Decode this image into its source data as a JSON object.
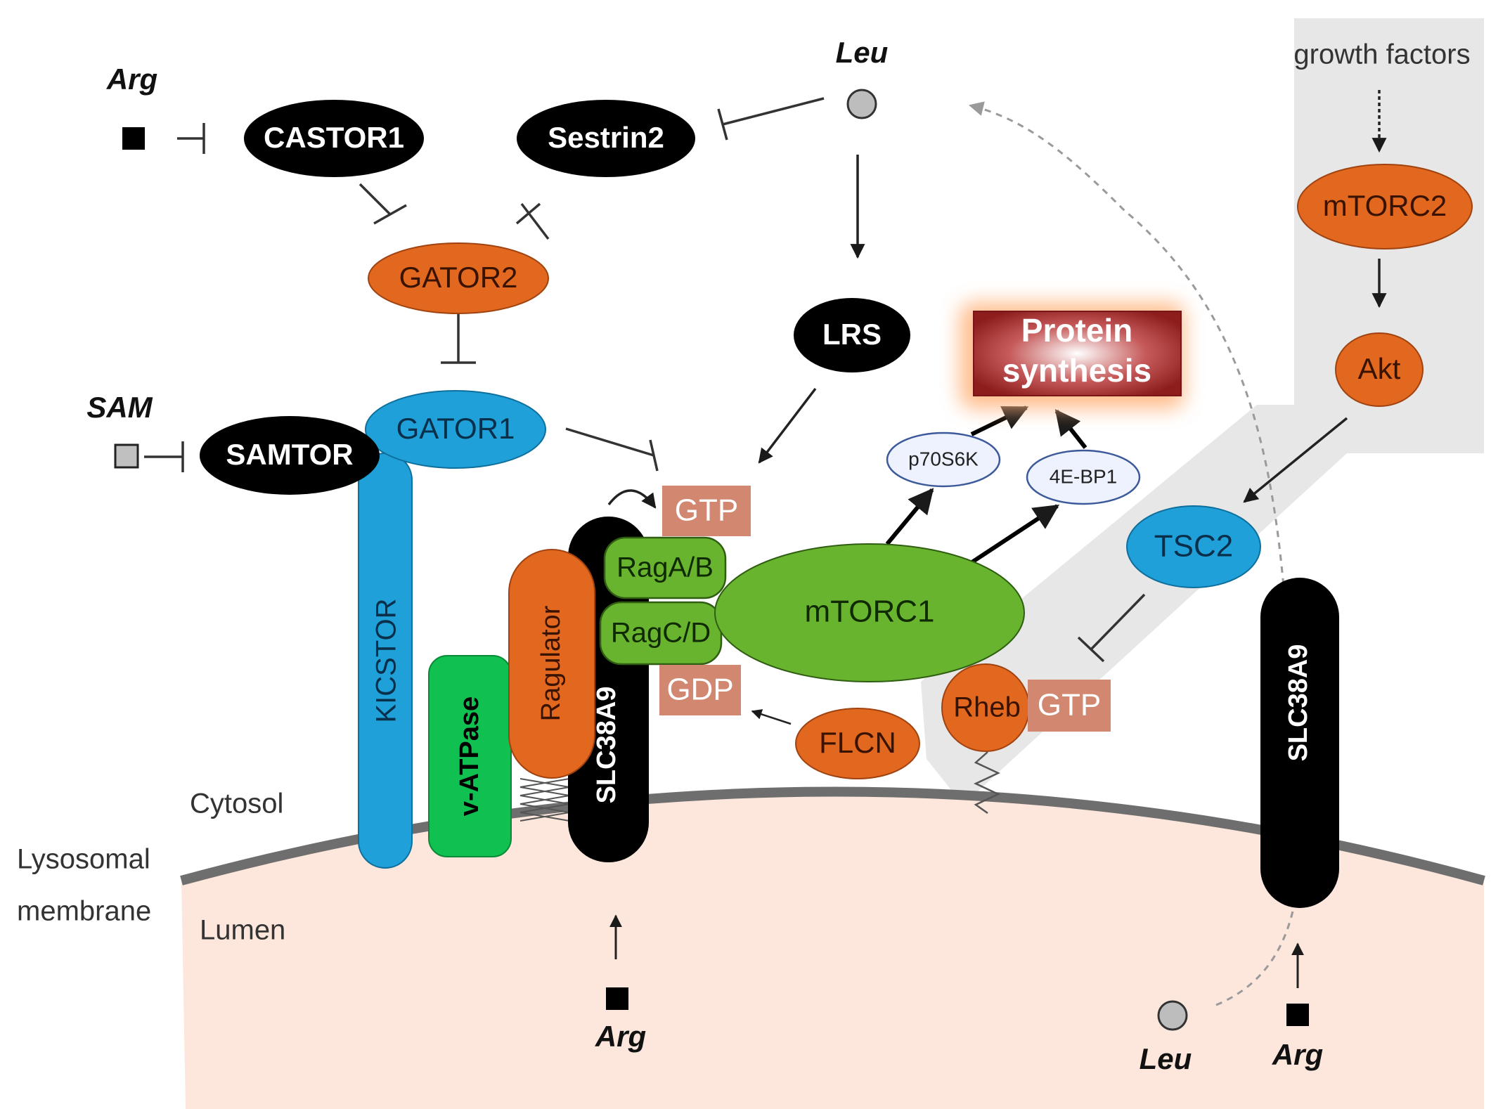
{
  "colors": {
    "black": "#000000",
    "orange": "#e2681f",
    "blue": "#1fa0d8",
    "green": "#69b42f",
    "vatpase_green": "#10c050",
    "salmon": "#d28870",
    "lumen_pink": "#fde6dc",
    "membrane_gray": "#6e6e6e",
    "gray_band": "#e7e7e7",
    "protein_dark": "#8d1d1d",
    "pale_blue": "#eef2ff"
  },
  "amino_acids": {
    "arg_top": "Arg",
    "leu_top": "Leu",
    "sam": "SAM",
    "arg_lumen_left": "Arg",
    "leu_lumen": "Leu",
    "arg_lumen_right": "Arg"
  },
  "proteins": {
    "castor1": "CASTOR1",
    "sestrin2": "Sestrin2",
    "gator2": "GATOR2",
    "gator1": "GATOR1",
    "samtor": "SAMTOR",
    "lrs": "LRS",
    "kicstor": "KICSTOR",
    "vatpase": "v-ATPase",
    "ragulator": "Ragulator",
    "slc38a9_left": "SLC38A9",
    "slc38a9_right": "SLC38A9",
    "ragab": "RagA/B",
    "ragcd": "RagC/D",
    "gtp_rag": "GTP",
    "gdp_rag": "GDP",
    "mtorc1": "mTORC1",
    "flcn": "FLCN",
    "rheb": "Rheb",
    "gtp_rheb": "GTP",
    "p70s6k": "p70S6K",
    "ebp1": "4E-BP1",
    "tsc2": "TSC2",
    "akt": "Akt",
    "mtorc2": "mTORC2"
  },
  "output": {
    "line1": "Protein",
    "line2": "synthesis"
  },
  "labels": {
    "growth_factors": "growth factors",
    "cytosol": "Cytosol",
    "lysosomal": "Lysosomal",
    "membrane": "membrane",
    "lumen": "Lumen"
  }
}
